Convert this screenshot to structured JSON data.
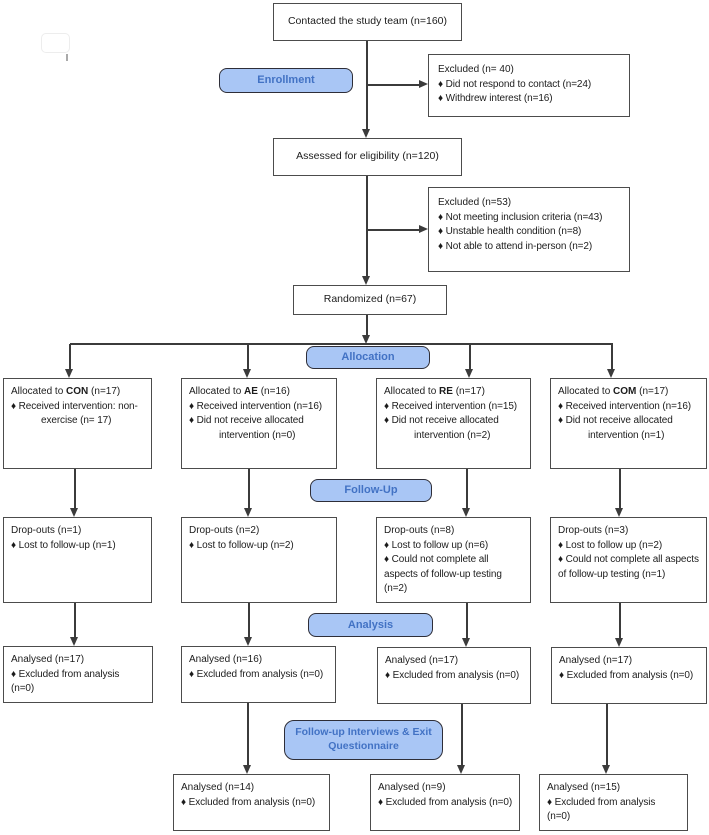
{
  "colors": {
    "accent_fill": "#a9c6f5",
    "accent_text": "#4272c4",
    "stage_border": "#2e2e38",
    "line_color": "#3b3b3b"
  },
  "stages": {
    "enrollment": "Enrollment",
    "allocation": "Allocation",
    "followup": "Follow-Up",
    "analysis": "Analysis",
    "exit": "Follow-up Interviews & Exit Questionnaire"
  },
  "boxes": {
    "contacted": {
      "title": "Contacted the study team (n=160)"
    },
    "excluded_contact": {
      "title": "Excluded (n= 40)",
      "bullets": [
        "Did not respond to contact (n=24)",
        "Withdrew interest (n=16)"
      ]
    },
    "assessed": {
      "title": "Assessed for eligibility (n=120)"
    },
    "excluded_eligibility": {
      "title": "Excluded (n=53)",
      "bullets": [
        "Not meeting inclusion criteria (n=43)",
        "Unstable health condition (n=8)",
        "Not able to attend in-person (n=2)"
      ]
    },
    "randomized": {
      "title": "Randomized (n=67)"
    },
    "alloc_con": {
      "prefix": "Allocated to ",
      "group": "CON",
      "suffix": " (n=17)",
      "bullets": [
        "Received intervention: non-exercise (n= 17)"
      ]
    },
    "alloc_ae": {
      "prefix": "Allocated to ",
      "group": "AE",
      "suffix": " (n=16)",
      "bullets": [
        "Received intervention (n=16)",
        "Did not receive allocated intervention (n=0)"
      ]
    },
    "alloc_re": {
      "prefix": "Allocated to ",
      "group": "RE",
      "suffix": " (n=17)",
      "bullets": [
        "Received intervention (n=15)",
        "Did not receive allocated intervention (n=2)"
      ]
    },
    "alloc_com": {
      "prefix": "Allocated to ",
      "group": "COM",
      "suffix": " (n=17)",
      "bullets": [
        "Received intervention (n=16)",
        "Did not receive allocated intervention (n=1)"
      ]
    },
    "drop_con": {
      "title": "Drop-outs (n=1)",
      "bullets": [
        "Lost to follow-up (n=1)"
      ]
    },
    "drop_ae": {
      "title": "Drop-outs (n=2)",
      "bullets": [
        "Lost to follow-up (n=2)"
      ]
    },
    "drop_re": {
      "title": "Drop-outs (n=8)",
      "bullets": [
        "Lost to follow up (n=6)",
        "Could not complete all aspects of follow-up testing (n=2)"
      ]
    },
    "drop_com": {
      "title": "Drop-outs (n=3)",
      "bullets": [
        "Lost to follow up (n=2)",
        "Could not complete all aspects of follow-up testing (n=1)"
      ]
    },
    "ana_con": {
      "title": "Analysed (n=17)",
      "bullets": [
        "Excluded from analysis (n=0)"
      ]
    },
    "ana_ae": {
      "title": "Analysed (n=16)",
      "bullets": [
        "Excluded from analysis (n=0)"
      ]
    },
    "ana_re": {
      "title": "Analysed (n=17)",
      "bullets": [
        "Excluded from analysis (n=0)"
      ]
    },
    "ana_com": {
      "title": "Analysed (n=17)",
      "bullets": [
        "Excluded from analysis (n=0)"
      ]
    },
    "exit_ae": {
      "title": "Analysed (n=14)",
      "bullets": [
        "Excluded from analysis (n=0)"
      ]
    },
    "exit_re": {
      "title": "Analysed (n=9)",
      "bullets": [
        "Excluded from analysis (n=0)"
      ]
    },
    "exit_com": {
      "title": "Analysed (n=15)",
      "bullets": [
        "Excluded from analysis (n=0)"
      ]
    }
  }
}
